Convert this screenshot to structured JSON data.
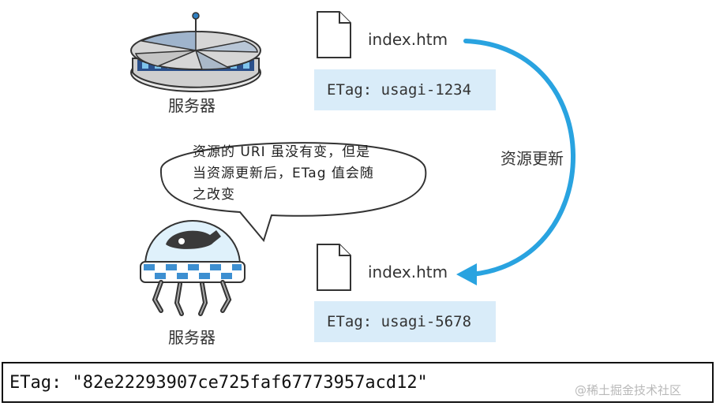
{
  "top": {
    "server_label": "服务器",
    "file_name": "index.htm",
    "etag": "ETag: usagi-1234"
  },
  "update_label": "资源更新",
  "bubble": {
    "line1": "资源的 URI 虽没有变，但是",
    "line2": "当资源更新后，ETag 值会随",
    "line3": "之改变"
  },
  "bottom": {
    "client_label": "服务器",
    "file_name": "index.htm",
    "etag": "ETag: usagi-5678"
  },
  "code_example": "ETag: \"82e22293907ce725faf67773957acd12\"",
  "watermark": "@稀土掘金技术社区",
  "colors": {
    "arrow": "#29a3e0",
    "etag_bg": "#d9ecf9",
    "accent_blue": "#3d8fd1"
  }
}
